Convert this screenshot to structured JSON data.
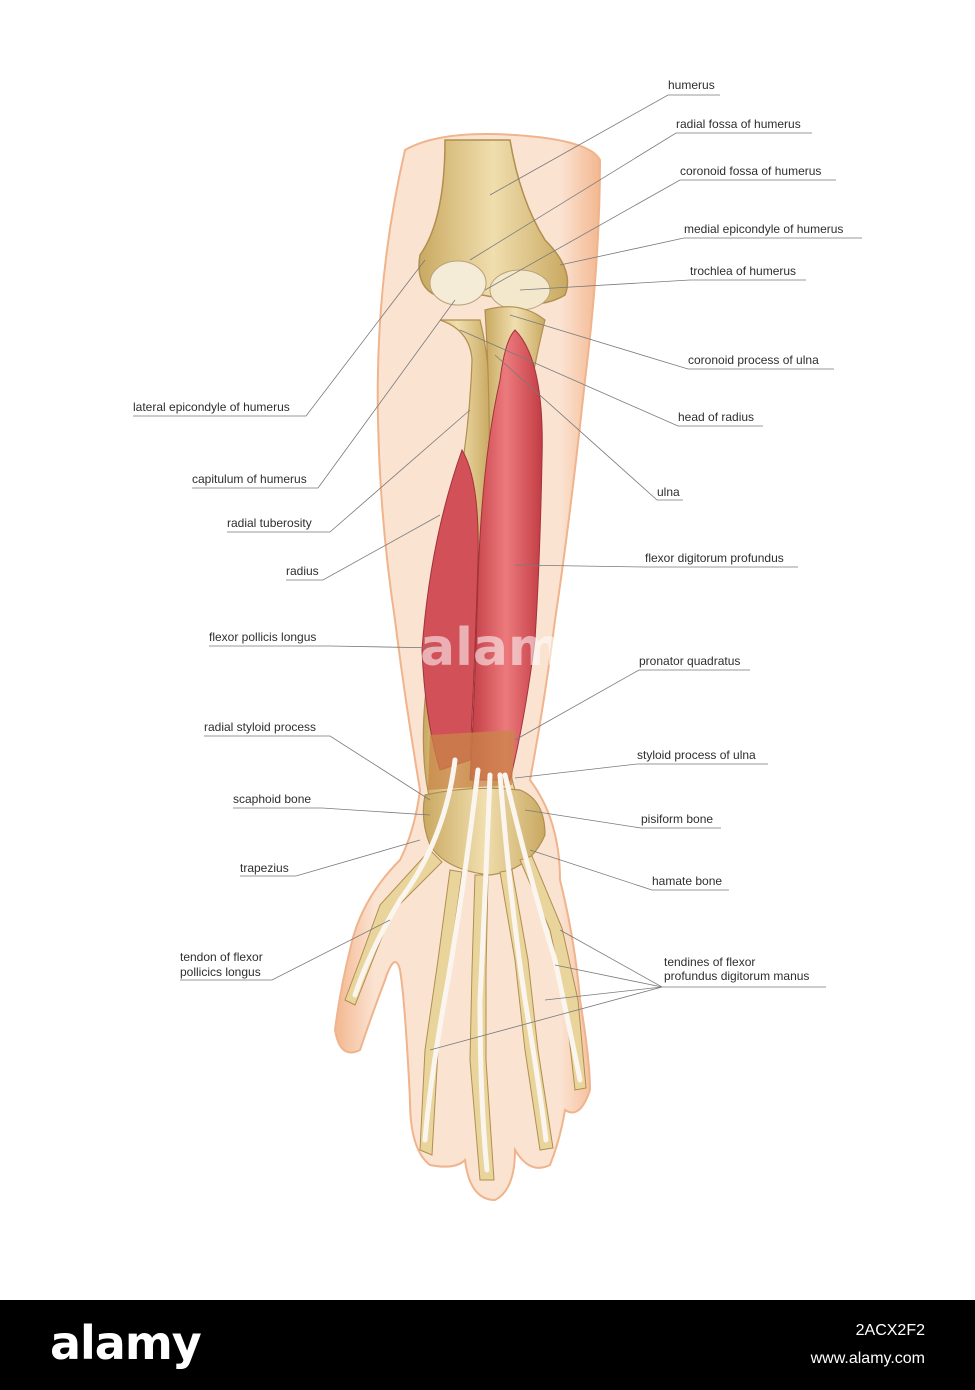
{
  "labels": {
    "humerus": "humerus",
    "radial_fossa": "radial fossa of humerus",
    "coronoid_fossa": "coronoid fossa of humerus",
    "medial_epicondyle": "medial epicondyle of humerus",
    "trochlea": "trochlea of humerus",
    "coronoid_process": "coronoid process of ulna",
    "head_radius": "head of radius",
    "ulna": "ulna",
    "fdp": "flexor digitorum profundus",
    "pronator": "pronator quadratus",
    "styloid_ulna": "styloid process of ulna",
    "pisiform": "pisiform bone",
    "hamate": "hamate bone",
    "tendines_1": "tendines of flexor",
    "tendines_2": "profundus digitorum manus",
    "lateral_epicondyle": "lateral epicondyle of humerus",
    "capitulum": "capitulum of humerus",
    "radial_tuberosity": "radial tuberosity",
    "radius": "radius",
    "fpl": "flexor pollicis longus",
    "radial_styloid": "radial styloid process",
    "scaphoid": "scaphoid bone",
    "trapezius": "trapezius",
    "tendon_fpl_1": "tendon of flexor",
    "tendon_fpl_2": "pollicics longus"
  },
  "watermark": "alamy",
  "footer": {
    "logo": "alamy",
    "image_id": "2ACX2F2",
    "site": "www.alamy.com"
  },
  "colors": {
    "skin": "#f6c9a6",
    "bone": "#e6cf95",
    "muscle": "#d9545a",
    "tendon": "#f4ece4",
    "leader": "#7a7a7a"
  }
}
